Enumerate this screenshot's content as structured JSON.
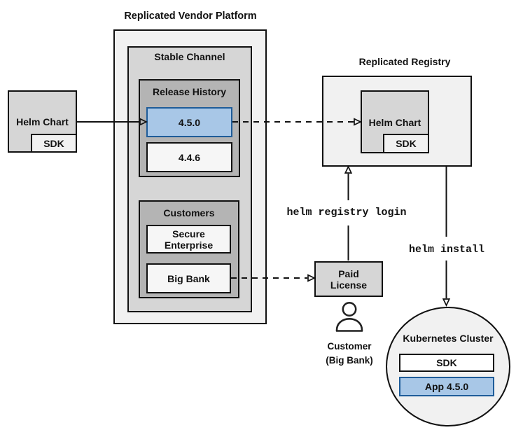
{
  "colors": {
    "highlight_fill": "#a8c7e7",
    "highlight_border": "#1e5c99",
    "highlight_text": "#1b5a96"
  },
  "vendor_platform": {
    "title": "Replicated Vendor Platform",
    "stable_channel_title": "Stable Channel",
    "release_history": {
      "title": "Release History",
      "current_release": "4.5.0",
      "previous_release": "4.4.6"
    },
    "customers": {
      "title": "Customers",
      "customer_1": "Secure Enterprise",
      "customer_2": "Big Bank"
    }
  },
  "source_helm_chart": {
    "label": "Helm Chart",
    "sdk_label": "SDK"
  },
  "registry": {
    "title": "Replicated Registry",
    "helm_chart_label": "Helm Chart",
    "sdk_label": "SDK"
  },
  "paid_license": {
    "label": "Paid License"
  },
  "customer_actor": {
    "line1": "Customer",
    "line2": "(Big Bank)"
  },
  "kubernetes_cluster": {
    "title": "Kubernetes Cluster",
    "sdk_label": "SDK",
    "app_label": "App 4.5.0"
  },
  "commands": {
    "registry_login": "helm registry login",
    "install": "helm install"
  }
}
